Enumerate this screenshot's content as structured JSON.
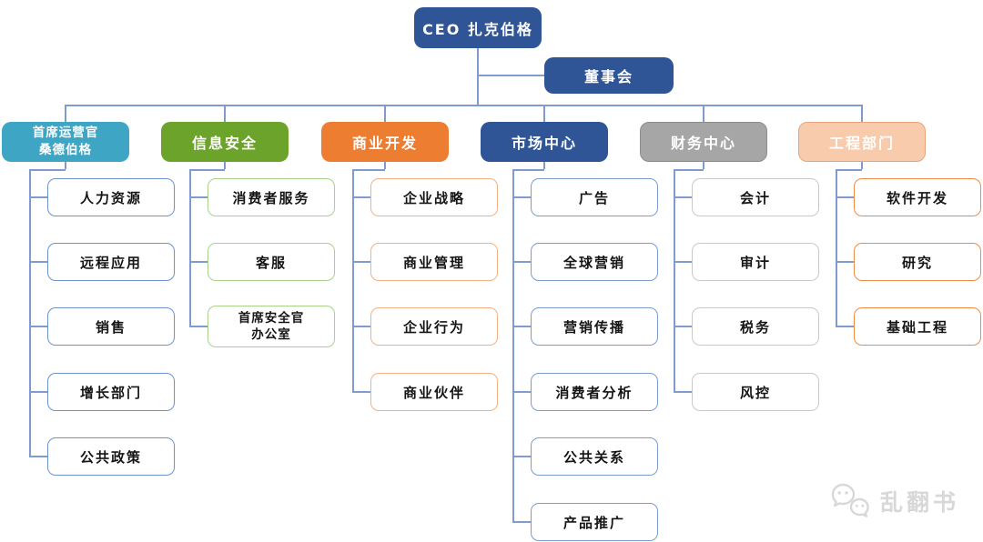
{
  "diagram": {
    "connector_color": "#7E9CD0",
    "root": {
      "label": "CEO  扎克伯格",
      "fill": "#2F5597",
      "text_color": "#FFFFFF"
    },
    "board": {
      "label": "董事会",
      "fill": "#2F5597",
      "text_color": "#FFFFFF"
    },
    "departments": [
      {
        "id": "coo",
        "label": "首席运营官\n桑德伯格",
        "fill": "#3FA5C5",
        "text_color": "#FFFFFF",
        "child_border": "#6E92CF",
        "children": [
          "人力资源",
          "远程应用",
          "销售",
          "增长部门",
          "公共政策"
        ]
      },
      {
        "id": "info-security",
        "label": "信息安全",
        "fill": "#6CA32A",
        "text_color": "#FFFFFF",
        "child_border": "#A9D18E",
        "children": [
          "消费者服务",
          "客服",
          "首席安全官\n办公室"
        ]
      },
      {
        "id": "business-dev",
        "label": "商业开发",
        "fill": "#ED7D31",
        "text_color": "#FFFFFF",
        "child_border": "#F4B183",
        "children": [
          "企业战略",
          "商业管理",
          "企业行为",
          "商业伙伴"
        ]
      },
      {
        "id": "market-center",
        "label": "市场中心",
        "fill": "#2F5597",
        "text_color": "#FFFFFF",
        "child_border": "#7C9BD4",
        "children": [
          "广告",
          "全球营销",
          "营销传播",
          "消费者分析",
          "公共关系",
          "产品推广"
        ]
      },
      {
        "id": "finance-center",
        "label": "财务中心",
        "fill": "#A6A6A6",
        "text_color": "#FFFFFF",
        "border": "#8C8C8C",
        "child_border": "#C9C9C9",
        "children": [
          "会计",
          "审计",
          "税务",
          "风控"
        ]
      },
      {
        "id": "engineering",
        "label": "工程部门",
        "fill": "#F8CBAD",
        "text_color": "#FFFFFF",
        "border": "#EBA37A",
        "child_border": "#ED8C45",
        "children": [
          "软件开发",
          "研究",
          "基础工程"
        ]
      }
    ]
  },
  "watermark": {
    "label": "乱翻书",
    "icon": "wechat-chat-bubbles-icon",
    "color": "#D8D8D8"
  }
}
